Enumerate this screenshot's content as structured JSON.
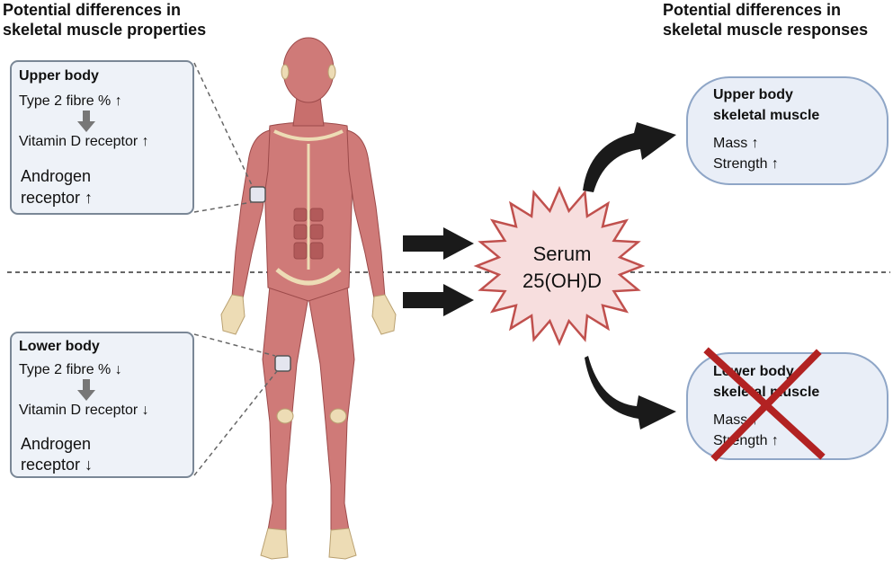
{
  "header_left": {
    "line1": "Potential differences in",
    "line2": "skeletal muscle properties"
  },
  "header_right": {
    "line1": "Potential differences in",
    "line2": "skeletal muscle responses"
  },
  "upper_box": {
    "title": "Upper body",
    "fibre": "Type 2 fibre % ↑",
    "vdr": "Vitamin D receptor ↑",
    "androgen_line1": "Androgen",
    "androgen_line2": "receptor ↑"
  },
  "lower_box": {
    "title": "Lower body",
    "fibre": "Type 2 fibre % ↓",
    "vdr": "Vitamin D receptor ↓",
    "androgen_line1": "Androgen",
    "androgen_line2": "receptor ↓"
  },
  "serum": {
    "line1": "Serum",
    "line2": "25(OH)D"
  },
  "upper_response": {
    "title1": "Upper body",
    "title2": "skeletal muscle",
    "mass": "Mass ↑",
    "strength": "Strength ↑"
  },
  "lower_response": {
    "title1": "Lower body",
    "title2": "skeletal muscle",
    "mass": "Mass ↑",
    "strength": "Strength ↑"
  },
  "colors": {
    "muscle": "#cf7a78",
    "muscle_dark": "#b25a5a",
    "tendon": "#e8dcc0",
    "star_fill": "#f7dede",
    "star_stroke": "#c0504d",
    "cross": "#b22222",
    "arrow": "#1a1a1a",
    "box_bg": "#eef2f8"
  },
  "icons": [
    "down-arrow-icon",
    "black-block-arrow-icon",
    "curved-arrow-icon",
    "starburst-icon",
    "red-cross-icon",
    "human-muscle-figure"
  ]
}
